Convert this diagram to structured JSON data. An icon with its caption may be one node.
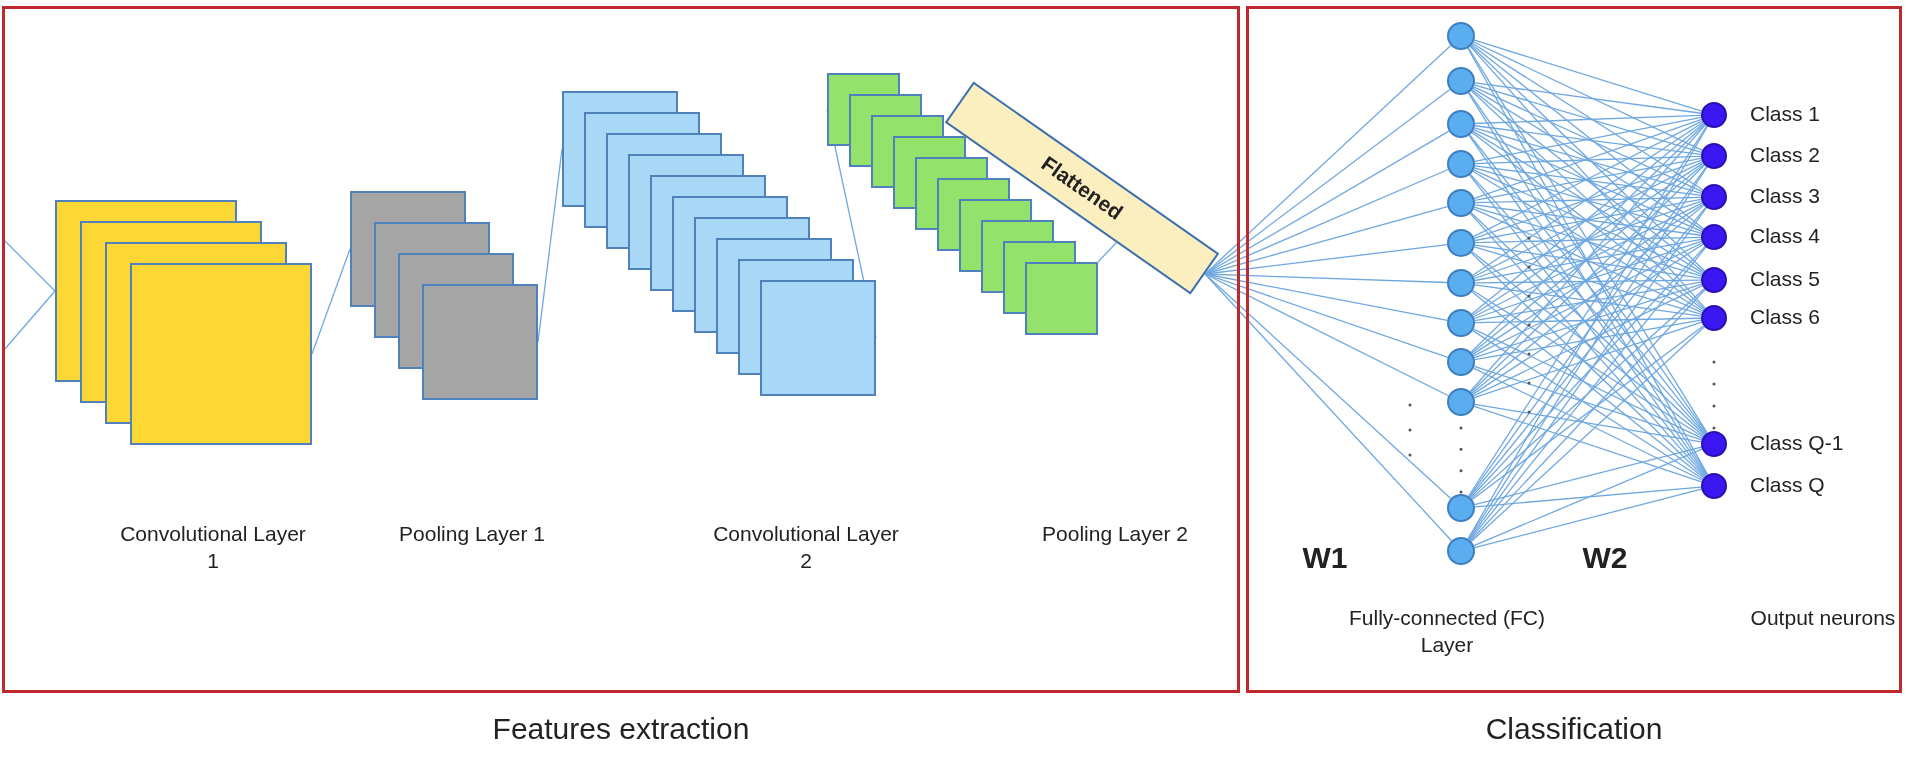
{
  "diagram": {
    "nodes": [
      {
        "text": [
          "Features extraction"
        ]
      },
      {
        "text": [],
        "shape": "box",
        "in": 0
      },
      {
        "text": [],
        "shape": "box",
        "in": 0
      },
      {
        "text": [],
        "shape": "box",
        "in": 0
      },
      {
        "text": [],
        "shape": "box",
        "in": 0
      },
      {
        "text": [
          "Flattened"
        ],
        "in": 0
      },
      {
        "text": [
          "Classification"
        ]
      },
      {
        "text": [],
        "shape": "circle",
        "in": 6
      },
      {
        "text": [],
        "shape": "circle",
        "in": 6
      },
      {
        "text": [],
        "shape": "circle",
        "in": 6
      },
      {
        "text": [],
        "shape": "circle",
        "in": 6
      },
      {
        "text": [],
        "shape": "circle",
        "in": 6
      },
      {
        "text": [],
        "shape": "circle",
        "in": 6
      },
      {
        "text": [],
        "shape": "circle",
        "in": 6
      },
      {
        "text": [],
        "shape": "circle",
        "in": 6
      },
      {
        "text": [],
        "shape": "circle",
        "in": 6
      },
      {
        "text": [],
        "shape": "circle",
        "in": 6
      },
      {
        "text": [],
        "shape": "circle",
        "in": 6
      },
      {
        "text": [],
        "shape": "circle",
        "in": 6
      },
      {
        "text": [],
        "shape": "circle",
        "in": 6,
        "beside": [
          "Class 1"
        ]
      },
      {
        "text": [],
        "shape": "circle",
        "in": 6,
        "beside": [
          "Class 2"
        ]
      },
      {
        "text": [],
        "shape": "circle",
        "in": 6,
        "beside": [
          "Class 3"
        ]
      },
      {
        "text": [],
        "shape": "circle",
        "in": 6,
        "beside": [
          "Class 4"
        ]
      },
      {
        "text": [],
        "shape": "circle",
        "in": 6,
        "beside": [
          "Class 5"
        ]
      },
      {
        "text": [],
        "shape": "circle",
        "in": 6,
        "beside": [
          "Class 6"
        ]
      },
      {
        "text": [],
        "shape": "circle",
        "in": 6,
        "beside": [
          "Class Q-1"
        ]
      },
      {
        "text": [],
        "shape": "circle",
        "in": 6,
        "beside": [
          "Class Q"
        ]
      }
    ],
    "edges": [
      {
        "from": null,
        "to": 1,
        "arrow": "none"
      },
      {
        "from": null,
        "to": 1,
        "arrow": "none"
      },
      {
        "from": 1,
        "to": 2,
        "arrow": "none"
      },
      {
        "from": 2,
        "to": 3,
        "arrow": "none"
      },
      {
        "from": 3,
        "to": 4,
        "arrow": "none"
      },
      {
        "from": 4,
        "to": 5,
        "arrow": "none"
      },
      {
        "from": 5,
        "to": 7,
        "arrow": "none"
      },
      {
        "from": 5,
        "to": 8,
        "arrow": "none"
      },
      {
        "from": 5,
        "to": 9,
        "arrow": "none"
      },
      {
        "from": 5,
        "to": 10,
        "arrow": "none"
      },
      {
        "from": 5,
        "to": 11,
        "arrow": "none"
      },
      {
        "from": 5,
        "to": 12,
        "arrow": "none"
      },
      {
        "from": 5,
        "to": 13,
        "arrow": "none"
      },
      {
        "from": 5,
        "to": 14,
        "arrow": "none"
      },
      {
        "from": 5,
        "to": 15,
        "arrow": "none"
      },
      {
        "from": 5,
        "to": 16,
        "arrow": "none"
      },
      {
        "from": 5,
        "to": 17,
        "arrow": "none"
      },
      {
        "from": 5,
        "to": 18,
        "arrow": "none"
      },
      {
        "from": 7,
        "to": 19,
        "arrow": "none"
      },
      {
        "from": 7,
        "to": 20,
        "arrow": "none"
      },
      {
        "from": 7,
        "to": 21,
        "arrow": "none"
      },
      {
        "from": 7,
        "to": 22,
        "arrow": "none"
      },
      {
        "from": 7,
        "to": 23,
        "arrow": "none"
      },
      {
        "from": 7,
        "to": 24,
        "arrow": "none"
      },
      {
        "from": 7,
        "to": 25,
        "arrow": "none"
      },
      {
        "from": 7,
        "to": 26,
        "arrow": "none"
      },
      {
        "from": 8,
        "to": 19,
        "arrow": "none"
      },
      {
        "from": 8,
        "to": 20,
        "arrow": "none"
      },
      {
        "from": 8,
        "to": 21,
        "arrow": "none"
      },
      {
        "from": 8,
        "to": 22,
        "arrow": "none"
      },
      {
        "from": 8,
        "to": 23,
        "arrow": "none"
      },
      {
        "from": 8,
        "to": 24,
        "arrow": "none"
      },
      {
        "from": 8,
        "to": 25,
        "arrow": "none"
      },
      {
        "from": 8,
        "to": 26,
        "arrow": "none"
      },
      {
        "from": 9,
        "to": 19,
        "arrow": "none"
      },
      {
        "from": 9,
        "to": 20,
        "arrow": "none"
      },
      {
        "from": 9,
        "to": 21,
        "arrow": "none"
      },
      {
        "from": 9,
        "to": 22,
        "arrow": "none"
      },
      {
        "from": 9,
        "to": 23,
        "arrow": "none"
      },
      {
        "from": 9,
        "to": 24,
        "arrow": "none"
      },
      {
        "from": 9,
        "to": 25,
        "arrow": "none"
      },
      {
        "from": 9,
        "to": 26,
        "arrow": "none"
      },
      {
        "from": 10,
        "to": 19,
        "arrow": "none"
      },
      {
        "from": 10,
        "to": 20,
        "arrow": "none"
      },
      {
        "from": 10,
        "to": 21,
        "arrow": "none"
      },
      {
        "from": 10,
        "to": 22,
        "arrow": "none"
      },
      {
        "from": 10,
        "to": 23,
        "arrow": "none"
      },
      {
        "from": 10,
        "to": 24,
        "arrow": "none"
      },
      {
        "from": 10,
        "to": 25,
        "arrow": "none"
      },
      {
        "from": 10,
        "to": 26,
        "arrow": "none"
      },
      {
        "from": 11,
        "to": 19,
        "arrow": "none"
      },
      {
        "from": 11,
        "to": 20,
        "arrow": "none"
      },
      {
        "from": 11,
        "to": 21,
        "arrow": "none"
      },
      {
        "from": 11,
        "to": 22,
        "arrow": "none"
      },
      {
        "from": 11,
        "to": 23,
        "arrow": "none"
      },
      {
        "from": 11,
        "to": 24,
        "arrow": "none"
      },
      {
        "from": 11,
        "to": 25,
        "arrow": "none"
      },
      {
        "from": 11,
        "to": 26,
        "arrow": "none"
      },
      {
        "from": 12,
        "to": 19,
        "arrow": "none"
      },
      {
        "from": 12,
        "to": 20,
        "arrow": "none"
      },
      {
        "from": 12,
        "to": 21,
        "arrow": "none"
      },
      {
        "from": 12,
        "to": 22,
        "arrow": "none"
      },
      {
        "from": 12,
        "to": 23,
        "arrow": "none"
      },
      {
        "from": 12,
        "to": 24,
        "arrow": "none"
      },
      {
        "from": 12,
        "to": 25,
        "arrow": "none"
      },
      {
        "from": 12,
        "to": 26,
        "arrow": "none"
      },
      {
        "from": 13,
        "to": 19,
        "arrow": "none"
      },
      {
        "from": 13,
        "to": 20,
        "arrow": "none"
      },
      {
        "from": 13,
        "to": 21,
        "arrow": "none"
      },
      {
        "from": 13,
        "to": 22,
        "arrow": "none"
      },
      {
        "from": 13,
        "to": 23,
        "arrow": "none"
      },
      {
        "from": 13,
        "to": 24,
        "arrow": "none"
      },
      {
        "from": 13,
        "to": 25,
        "arrow": "none"
      },
      {
        "from": 13,
        "to": 26,
        "arrow": "none"
      },
      {
        "from": 14,
        "to": 19,
        "arrow": "none"
      },
      {
        "from": 14,
        "to": 20,
        "arrow": "none"
      },
      {
        "from": 14,
        "to": 21,
        "arrow": "none"
      },
      {
        "from": 14,
        "to": 22,
        "arrow": "none"
      },
      {
        "from": 14,
        "to": 23,
        "arrow": "none"
      },
      {
        "from": 14,
        "to": 24,
        "arrow": "none"
      },
      {
        "from": 14,
        "to": 25,
        "arrow": "none"
      },
      {
        "from": 14,
        "to": 26,
        "arrow": "none"
      },
      {
        "from": 15,
        "to": 19,
        "arrow": "none"
      },
      {
        "from": 15,
        "to": 20,
        "arrow": "none"
      },
      {
        "from": 15,
        "to": 21,
        "arrow": "none"
      },
      {
        "from": 15,
        "to": 22,
        "arrow": "none"
      },
      {
        "from": 15,
        "to": 23,
        "arrow": "none"
      },
      {
        "from": 15,
        "to": 24,
        "arrow": "none"
      },
      {
        "from": 15,
        "to": 25,
        "arrow": "none"
      },
      {
        "from": 15,
        "to": 26,
        "arrow": "none"
      },
      {
        "from": 16,
        "to": 19,
        "arrow": "none"
      },
      {
        "from": 16,
        "to": 20,
        "arrow": "none"
      },
      {
        "from": 16,
        "to": 21,
        "arrow": "none"
      },
      {
        "from": 16,
        "to": 22,
        "arrow": "none"
      },
      {
        "from": 16,
        "to": 23,
        "arrow": "none"
      },
      {
        "from": 16,
        "to": 24,
        "arrow": "none"
      },
      {
        "from": 16,
        "to": 25,
        "arrow": "none"
      },
      {
        "from": 16,
        "to": 26,
        "arrow": "none"
      },
      {
        "from": 17,
        "to": 19,
        "arrow": "none"
      },
      {
        "from": 17,
        "to": 20,
        "arrow": "none"
      },
      {
        "from": 17,
        "to": 21,
        "arrow": "none"
      },
      {
        "from": 17,
        "to": 22,
        "arrow": "none"
      },
      {
        "from": 17,
        "to": 23,
        "arrow": "none"
      },
      {
        "from": 17,
        "to": 24,
        "arrow": "none"
      },
      {
        "from": 17,
        "to": 25,
        "arrow": "none"
      },
      {
        "from": 17,
        "to": 26,
        "arrow": "none"
      },
      {
        "from": 18,
        "to": 19,
        "arrow": "none"
      },
      {
        "from": 18,
        "to": 20,
        "arrow": "none"
      },
      {
        "from": 18,
        "to": 21,
        "arrow": "none"
      },
      {
        "from": 18,
        "to": 22,
        "arrow": "none"
      },
      {
        "from": 18,
        "to": 23,
        "arrow": "none"
      },
      {
        "from": 18,
        "to": 24,
        "arrow": "none"
      },
      {
        "from": 18,
        "to": 25,
        "arrow": "none"
      },
      {
        "from": 18,
        "to": 26,
        "arrow": "none"
      }
    ],
    "labels": [
      "Convolutional Layer 1",
      "Pooling Layer 1",
      "Convolutional Layer 2",
      "Pooling Layer 2",
      "W1",
      "W2",
      "Fully-connected (FC) Layer",
      "Output neurons"
    ]
  }
}
